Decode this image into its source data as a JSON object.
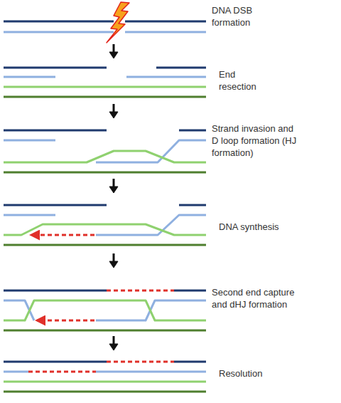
{
  "diagram": {
    "labels": [
      "DNA DSB formation",
      "End resection",
      "Strand invasion and D loop formation (HJ formation)",
      "DNA synthesis",
      "Second end capture and dHJ formation",
      "Resolution"
    ]
  }
}
